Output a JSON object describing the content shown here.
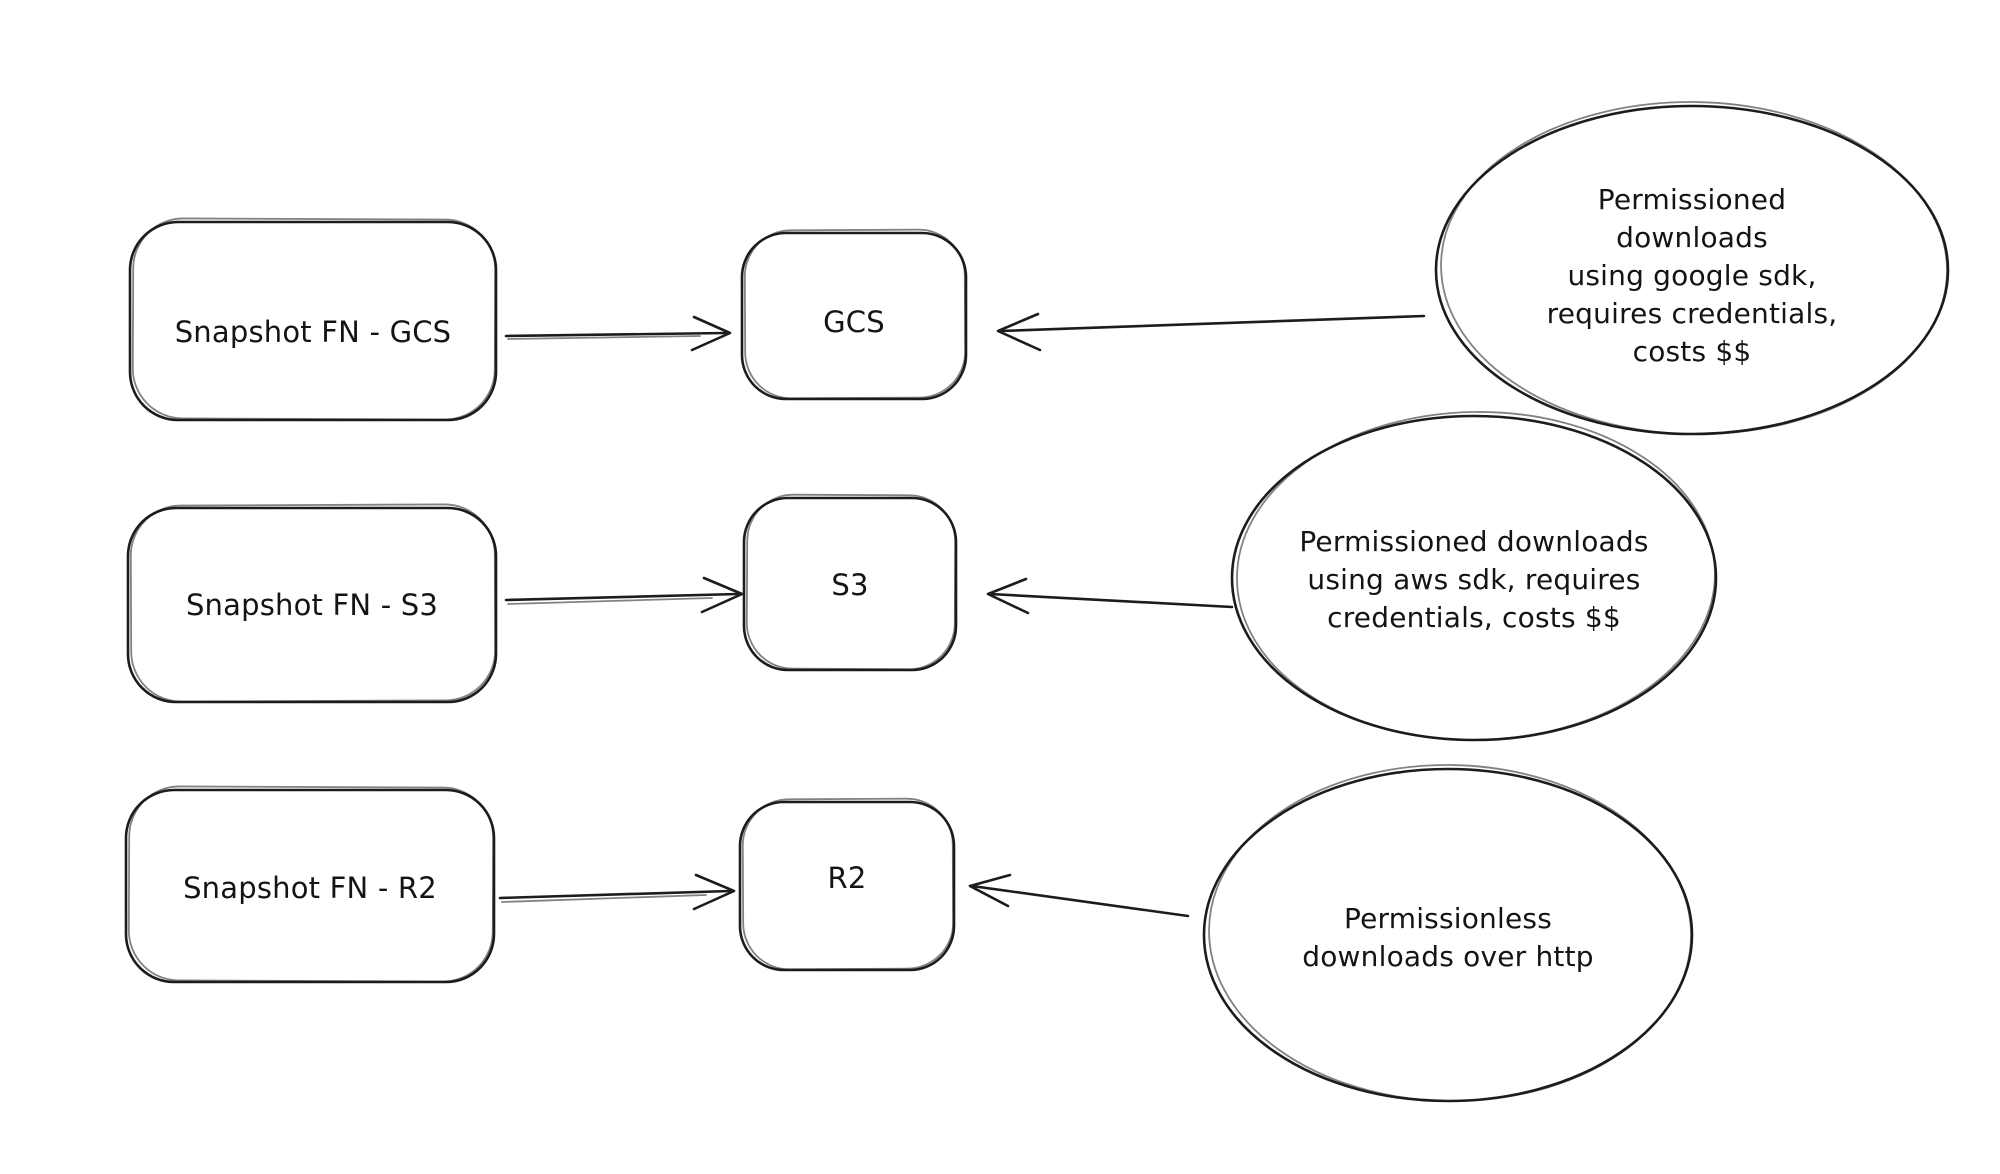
{
  "diagram": {
    "colors": {
      "background": "#ffffff",
      "stroke": "#1c1c1c",
      "text": "#141414"
    },
    "rows": [
      {
        "source_label": "Snapshot FN - GCS",
        "target_label": "GCS",
        "note_label": "Permissioned downloads\nusing google sdk,\nrequires credentials,\ncosts $$"
      },
      {
        "source_label": "Snapshot FN - S3",
        "target_label": "S3",
        "note_label": "Permissioned downloads\nusing aws sdk, requires\ncredentials, costs $$"
      },
      {
        "source_label": "Snapshot FN - R2",
        "target_label": "R2",
        "note_label": "Permissionless\ndownloads over http"
      }
    ]
  }
}
